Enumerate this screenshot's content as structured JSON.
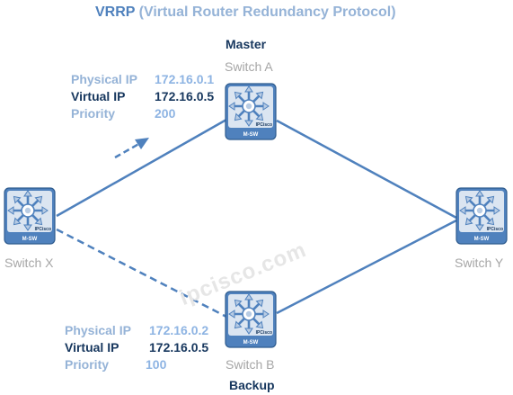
{
  "title": {
    "main": "VRRP",
    "sub": "(Virtual Router Redundancy Protocol)"
  },
  "watermark": "ipcisco.com",
  "colors": {
    "link": "#4f81bd",
    "switch_body": "#4f81bd",
    "switch_face": "#dbe5f1",
    "arrow_fill": "#b8cce4",
    "hub": "#ffffff"
  },
  "switches": {
    "a": {
      "name": "Switch A",
      "role": "Master",
      "badge": "M-SW",
      "brand": "IPCisco"
    },
    "b": {
      "name": "Switch B",
      "role": "Backup",
      "badge": "M-SW",
      "brand": "IPCisco"
    },
    "x": {
      "name": "Switch X",
      "badge": "M-SW",
      "brand": "IPCisco"
    },
    "y": {
      "name": "Switch Y",
      "badge": "M-SW",
      "brand": "IPCisco"
    }
  },
  "info_a": {
    "physical_label": "Physical IP",
    "physical_value": "172.16.0.1",
    "virtual_label": "Virtual IP",
    "virtual_value": "172.16.0.5",
    "priority_label": "Priority",
    "priority_value": "200"
  },
  "info_b": {
    "physical_label": "Physical IP",
    "physical_value": "172.16.0.2",
    "virtual_label": "Virtual IP",
    "virtual_value": "172.16.0.5",
    "priority_label": "Priority",
    "priority_value": "100"
  },
  "links": [
    {
      "from": "x",
      "to": "a",
      "style": "solid"
    },
    {
      "from": "x",
      "to": "b",
      "style": "dashed"
    },
    {
      "from": "a",
      "to": "y",
      "style": "solid"
    },
    {
      "from": "b",
      "to": "y",
      "style": "solid"
    }
  ]
}
